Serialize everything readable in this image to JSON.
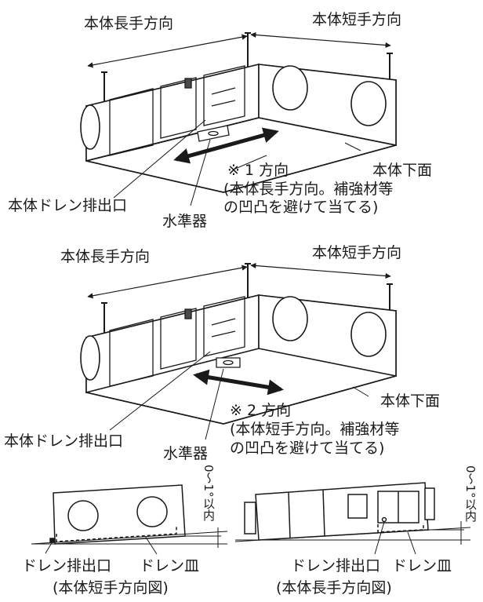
{
  "colors": {
    "ink": "#1a1a1a",
    "paper": "#ffffff",
    "shade": "#4a4a4a"
  },
  "figure1": {
    "long_direction": "本体長手方向",
    "short_direction": "本体短手方向",
    "bottom_face": "本体下面",
    "orientation_note": "※ 1 方向",
    "orientation_detail_1": "(本体長手方向。補強材等",
    "orientation_detail_2": "の凹凸を避けて当てる)",
    "drain_outlet": "本体ドレン排出口",
    "level": "水準器"
  },
  "figure2": {
    "long_direction": "本体長手方向",
    "short_direction": "本体短手方向",
    "bottom_face": "本体下面",
    "orientation_note": "※ 2 方向",
    "orientation_detail_1": "(本体短手方向。補強材等",
    "orientation_detail_2": "の凹凸を避けて当てる)",
    "drain_outlet": "本体ドレン排出口",
    "level": "水準器"
  },
  "figure3": {
    "left": {
      "tilt_label": "0〜1°以内",
      "drain_outlet": "ドレン排出口",
      "drain_pan": "ドレン皿",
      "caption": "(本体短手方向図)"
    },
    "right": {
      "tilt_label": "0〜1°以内",
      "drain_outlet": "ドレン排出口",
      "drain_pan": "ドレン皿",
      "caption": "(本体長手方向図)"
    }
  }
}
